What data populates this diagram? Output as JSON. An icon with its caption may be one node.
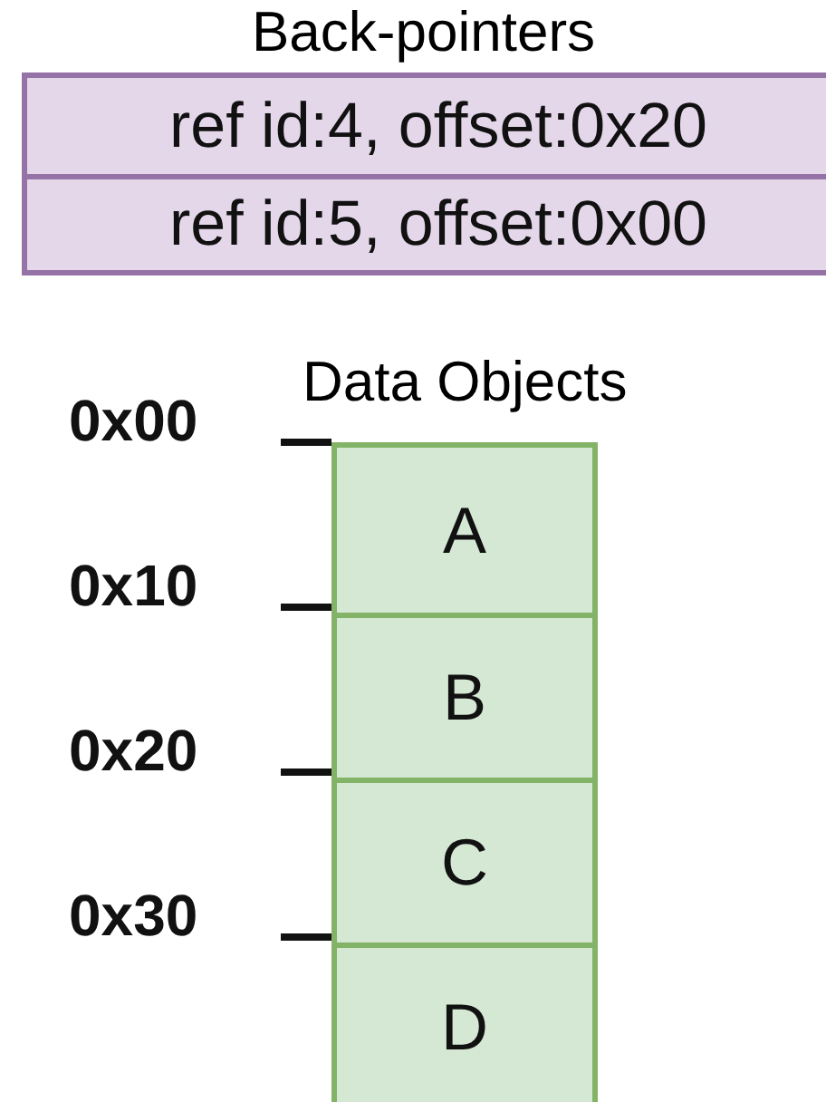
{
  "diagram": {
    "nodes": [
      {
        "text": [
          "Back-pointers"
        ]
      },
      {
        "text": [
          "ref id:4, offset:0x20"
        ],
        "in": 0
      },
      {
        "text": [
          "ref id:5, offset:0x00"
        ],
        "in": 0
      },
      {
        "text": [
          "Data Objects"
        ]
      },
      {
        "text": [
          "A"
        ],
        "in": 3
      },
      {
        "text": [
          "B"
        ],
        "in": 3
      },
      {
        "text": [
          "C"
        ],
        "in": 3
      },
      {
        "text": [
          "D"
        ],
        "in": 3
      }
    ],
    "edges": [],
    "labels": [
      "0x00",
      "0x10",
      "0x20",
      "0x30"
    ]
  }
}
